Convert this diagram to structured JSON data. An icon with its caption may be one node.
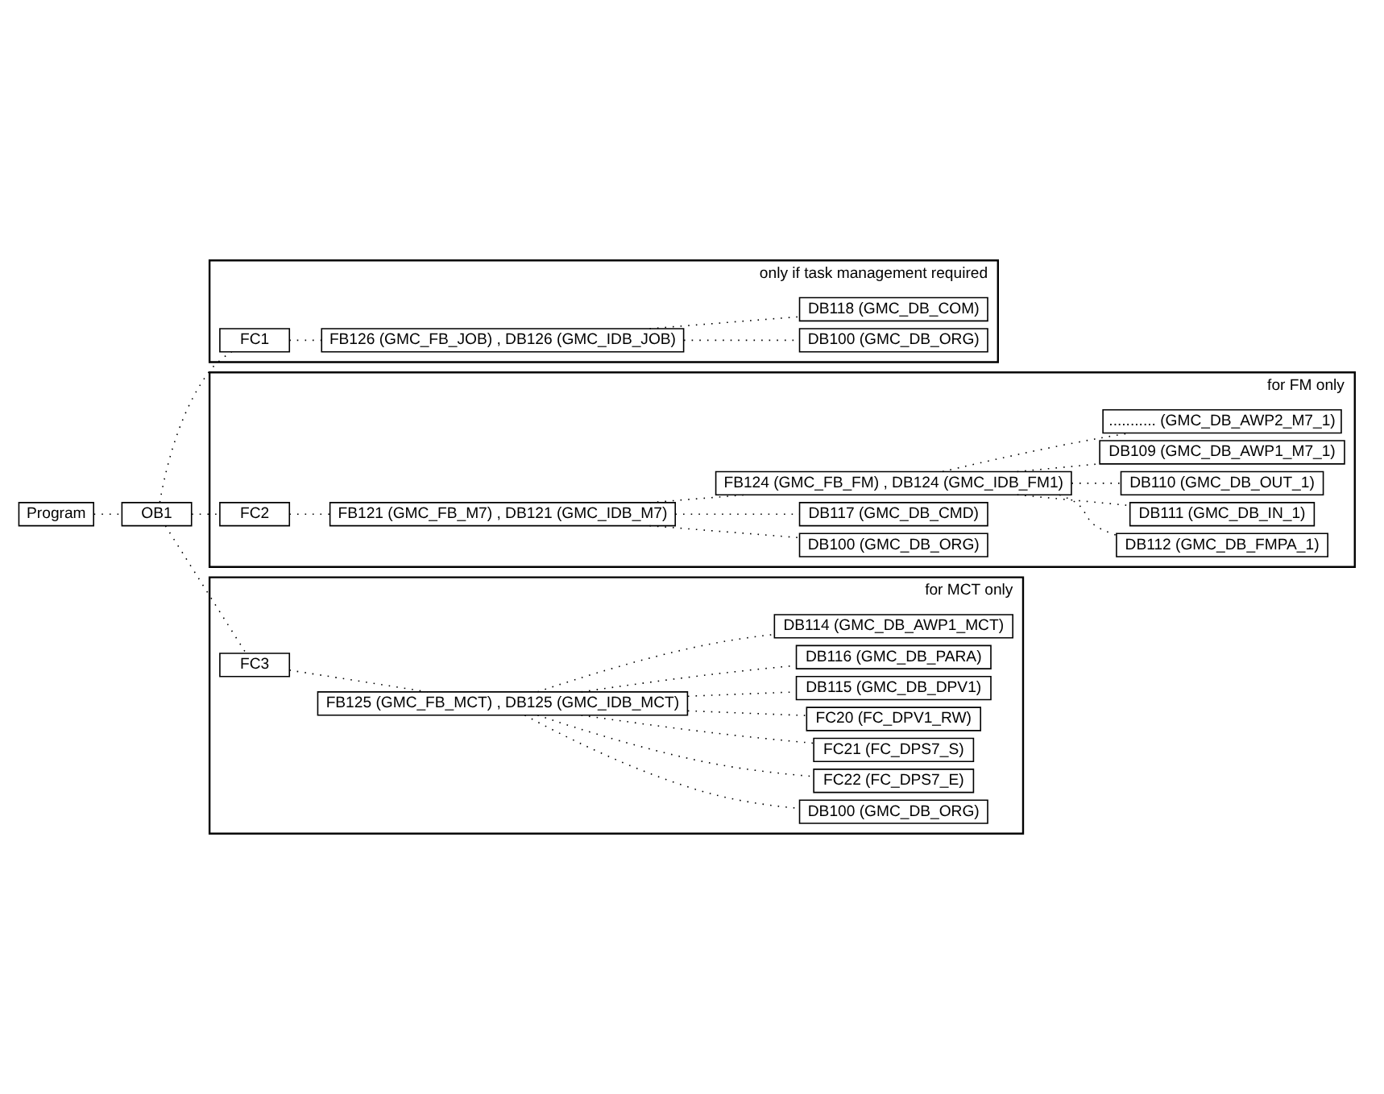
{
  "diagram": {
    "nodes": [
      {
        "text": [
          "Program"
        ]
      },
      {
        "text": [
          "OB1"
        ]
      },
      {
        "text": [
          "only if task management required"
        ]
      },
      {
        "text": [
          "FC1"
        ],
        "in": 2
      },
      {
        "text": [
          "FB126 (GMC_FB_JOB) , DB126 (GMC_IDB_JOB)"
        ],
        "in": 2
      },
      {
        "text": [
          "DB100 (GMC_DB_ORG)"
        ],
        "in": 2
      },
      {
        "text": [
          "DB118 (GMC_DB_COM)"
        ],
        "in": 2
      },
      {
        "text": [
          "for FM only"
        ]
      },
      {
        "text": [
          "FC2"
        ],
        "in": 7
      },
      {
        "text": [
          "FB121 (GMC_FB_M7) , DB121 (GMC_IDB_M7)"
        ],
        "in": 7
      },
      {
        "text": [
          "DB100 (GMC_DB_ORG)"
        ],
        "in": 7
      },
      {
        "text": [
          "DB117 (GMC_DB_CMD)"
        ],
        "in": 7
      },
      {
        "text": [
          "FB124 (GMC_FB_FM) , DB124 (GMC_IDB_FM1)"
        ],
        "in": 7
      },
      {
        "text": [
          "DB112 (GMC_DB_FMPA_1)"
        ],
        "in": 7
      },
      {
        "text": [
          "DB111 (GMC_DB_IN_1)"
        ],
        "in": 7
      },
      {
        "text": [
          "DB110 (GMC_DB_OUT_1)"
        ],
        "in": 7
      },
      {
        "text": [
          "DB109 (GMC_DB_AWP1_M7_1)"
        ],
        "in": 7
      },
      {
        "text": [
          "........... (GMC_DB_AWP2_M7_1)"
        ],
        "in": 7
      },
      {
        "text": [
          "for MCT only"
        ]
      },
      {
        "text": [
          "FC3"
        ],
        "in": 18
      },
      {
        "text": [
          "FB125 (GMC_FB_MCT) , DB125 (GMC_IDB_MCT)"
        ],
        "in": 18
      },
      {
        "text": [
          "DB100 (GMC_DB_ORG)"
        ],
        "in": 18
      },
      {
        "text": [
          "FC22 (FC_DPS7_E)"
        ],
        "in": 18
      },
      {
        "text": [
          "FC21 (FC_DPS7_S)"
        ],
        "in": 18
      },
      {
        "text": [
          "FC20 (FC_DPV1_RW)"
        ],
        "in": 18
      },
      {
        "text": [
          "DB115 (GMC_DB_DPV1)"
        ],
        "in": 18
      },
      {
        "text": [
          "DB116 (GMC_DB_PARA)"
        ],
        "in": 18
      },
      {
        "text": [
          "DB114 (GMC_DB_AWP1_MCT)"
        ],
        "in": 18
      }
    ],
    "edges": [
      {
        "from": 0,
        "to": 1,
        "arrow": "none"
      },
      {
        "from": 1,
        "to": 3,
        "arrow": "none"
      },
      {
        "from": 3,
        "to": 4,
        "arrow": "none"
      },
      {
        "from": 4,
        "to": 5,
        "arrow": "none"
      },
      {
        "from": 4,
        "to": 6,
        "arrow": "none"
      },
      {
        "from": 1,
        "to": 8,
        "arrow": "none"
      },
      {
        "from": 8,
        "to": 9,
        "arrow": "none"
      },
      {
        "from": 9,
        "to": 10,
        "arrow": "none"
      },
      {
        "from": 9,
        "to": 11,
        "arrow": "none"
      },
      {
        "from": 9,
        "to": 12,
        "arrow": "none"
      },
      {
        "from": 12,
        "to": 13,
        "arrow": "none"
      },
      {
        "from": 12,
        "to": 14,
        "arrow": "none"
      },
      {
        "from": 12,
        "to": 15,
        "arrow": "none"
      },
      {
        "from": 12,
        "to": 16,
        "arrow": "none"
      },
      {
        "from": 12,
        "to": 17,
        "arrow": "none"
      },
      {
        "from": 1,
        "to": 19,
        "arrow": "none"
      },
      {
        "from": 19,
        "to": 20,
        "arrow": "none"
      },
      {
        "from": 20,
        "to": 21,
        "arrow": "none"
      },
      {
        "from": 20,
        "to": 22,
        "arrow": "none"
      },
      {
        "from": 20,
        "to": 23,
        "arrow": "none"
      },
      {
        "from": 20,
        "to": 24,
        "arrow": "none"
      },
      {
        "from": 20,
        "to": 25,
        "arrow": "none"
      },
      {
        "from": 20,
        "to": 26,
        "arrow": "none"
      },
      {
        "from": 20,
        "to": 27,
        "arrow": "none"
      }
    ]
  }
}
